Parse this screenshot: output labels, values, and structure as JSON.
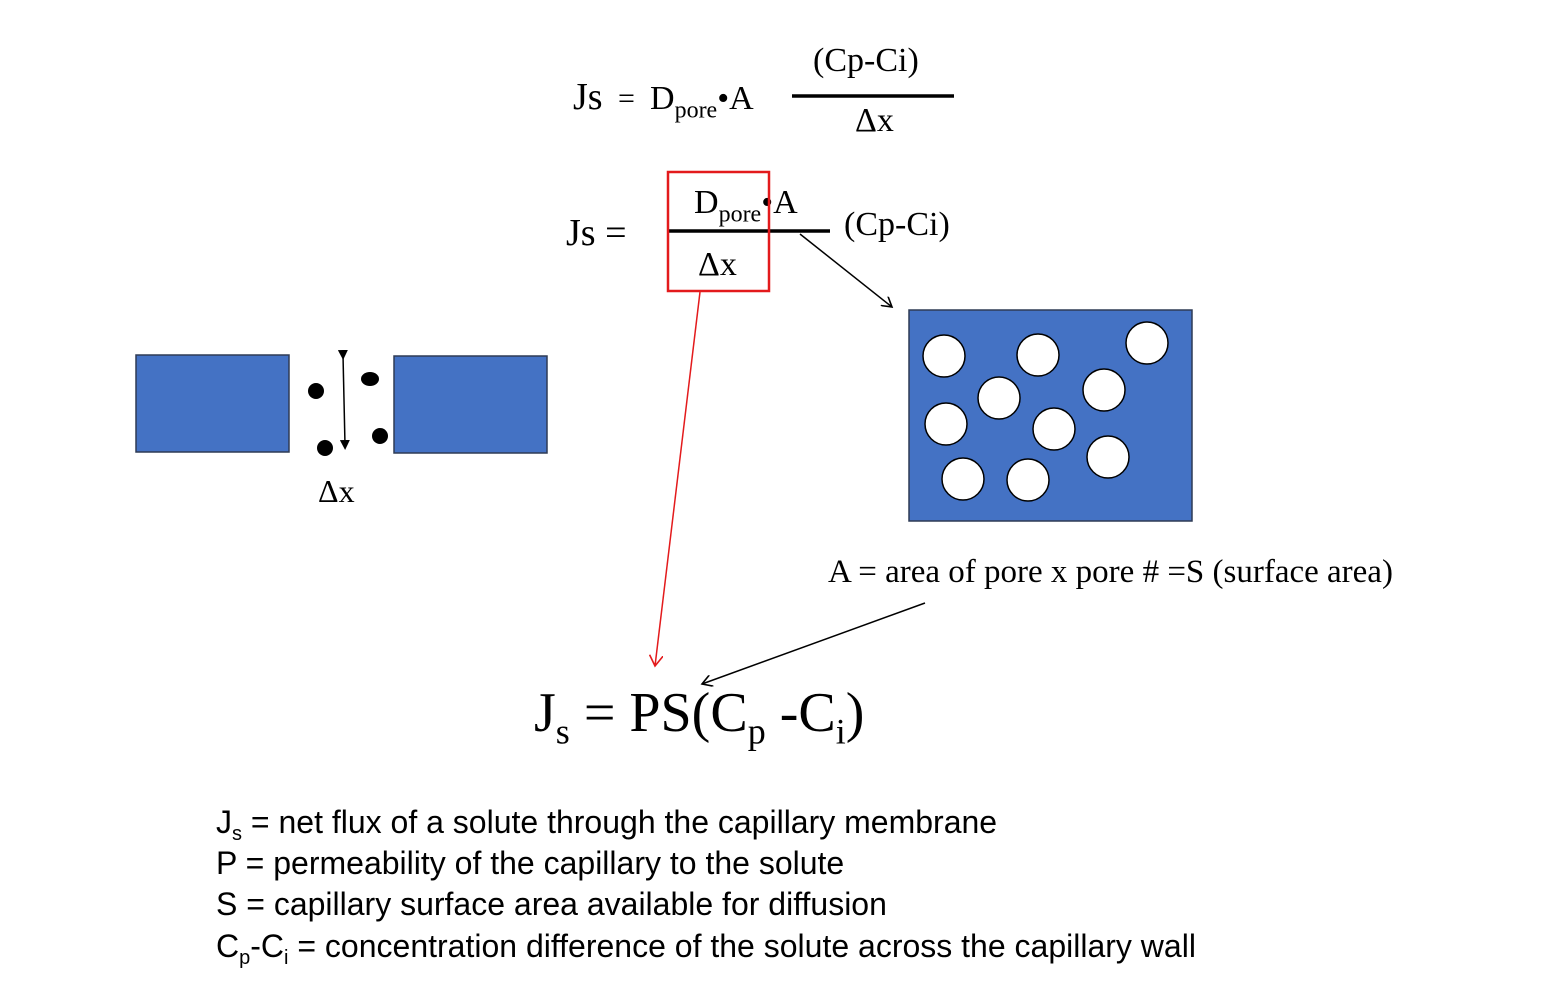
{
  "colors": {
    "membrane_fill": "#4472c4",
    "membrane_stroke": "#2f3b55",
    "highlight_box": "#e31a1c",
    "red_arrow": "#e31a1c",
    "black": "#000000",
    "pore_fill": "#ffffff"
  },
  "eq1": {
    "lhs": "Js",
    "eq": "=",
    "d_main": "D",
    "d_sub": "pore",
    "dot_a": "•A",
    "numerator": "(Cp-Ci)",
    "denominator": "Δx"
  },
  "eq2": {
    "lhs": "Js =",
    "d_main": "D",
    "d_sub": "pore",
    "dot_a": "•A",
    "denominator": "Δx",
    "tail": "(Cp-Ci)"
  },
  "diagram_left": {
    "label": "Δx"
  },
  "diagram_right": {
    "caption": "A = area of pore x pore # =S (surface area)"
  },
  "eq3": {
    "j": "J",
    "j_sub": "s",
    "middle": " = PS(C",
    "p_sub": "p",
    "minus_c": " -C",
    "i_sub": "i",
    "close": ")"
  },
  "definitions": [
    {
      "main": "J",
      "sub": "s",
      "rest": " = net flux of a solute through the capillary membrane"
    },
    {
      "main": "P = permeability of the capillary to the solute",
      "sub": "",
      "rest": ""
    },
    {
      "main": "S = capillary surface area available for diffusion",
      "sub": "",
      "rest": ""
    },
    {
      "main": "C",
      "sub": "p",
      "rest": "-C",
      "sub2": "i",
      "rest2": " = concentration difference of the solute across the capillary wall"
    }
  ]
}
